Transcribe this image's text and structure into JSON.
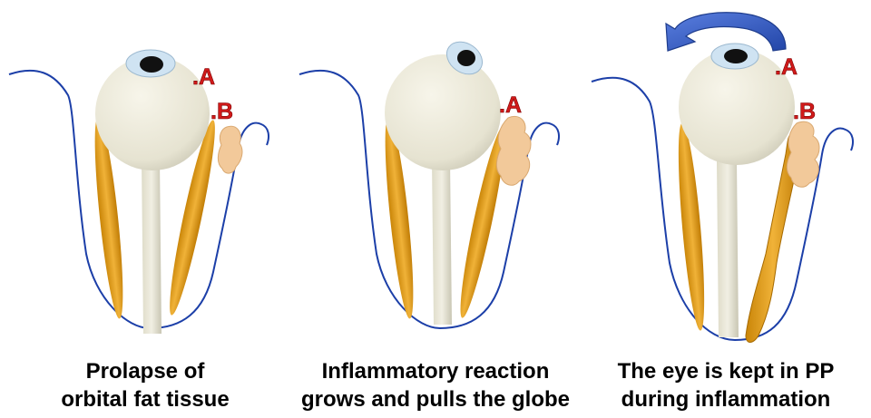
{
  "panels": [
    {
      "caption_line1": "Prolapse of",
      "caption_line2": "orbital fat tissue",
      "points": [
        ".A",
        ".B"
      ]
    },
    {
      "caption_line1": "Inflammatory reaction",
      "caption_line2": "grows and pulls the globe",
      "points": [
        ".A"
      ]
    },
    {
      "caption_line1": "The eye is kept in PP",
      "caption_line2": "during inflammation",
      "points": [
        ".A",
        ".B"
      ]
    }
  ],
  "colors": {
    "outline": "#1c3fa8",
    "globe": "#e8e5d4",
    "muscle": "#e0a020",
    "fat": "#f2c99a",
    "label": "#d11a1a",
    "arrow": "#3b5fc9"
  }
}
